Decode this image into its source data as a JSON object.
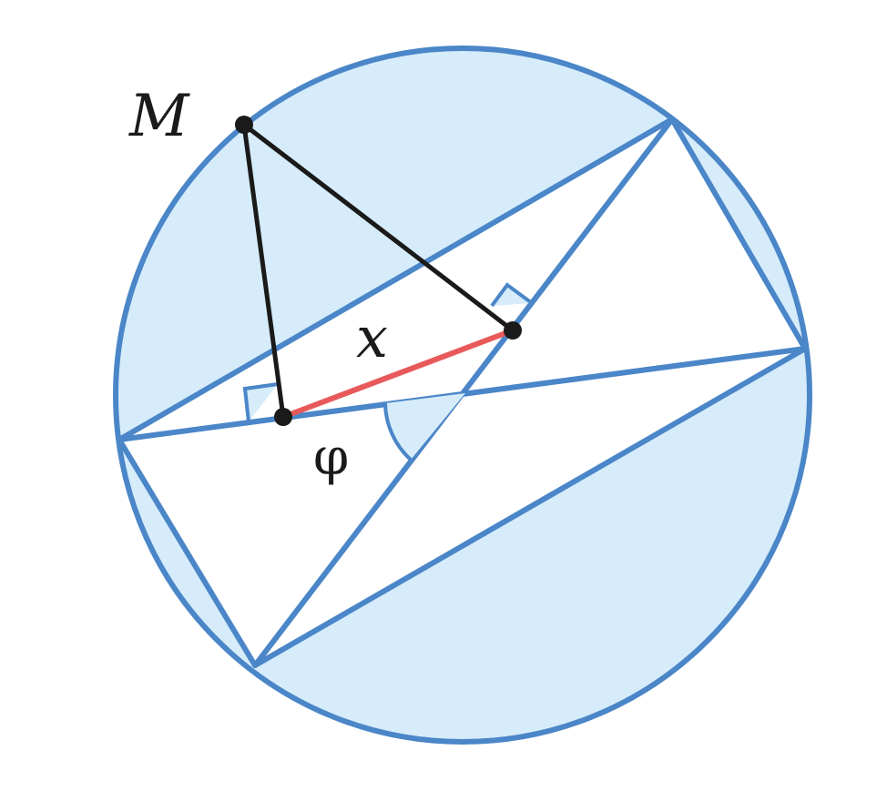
{
  "labels": {
    "point_m": "M",
    "segment": "x",
    "angle": "φ"
  },
  "colors": {
    "circle_fill": "#d6ecfa",
    "inner_fill": "#ffffff",
    "blue_stroke": "#4a86c8",
    "black_stroke": "#1a1a1a",
    "red_segment": "#e85a5a"
  }
}
